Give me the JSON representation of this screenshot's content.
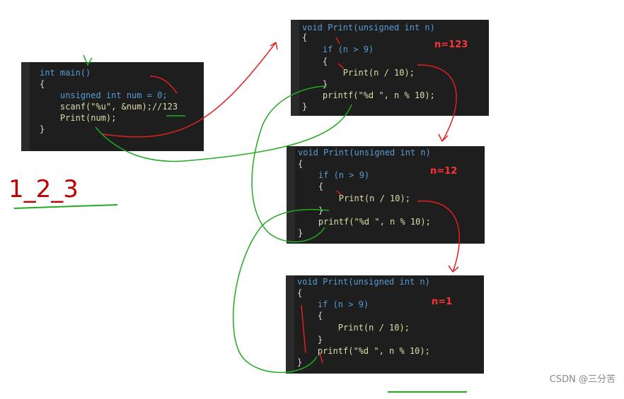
{
  "main_panel": {
    "lines": [
      "int main()",
      "{",
      "    unsigned int num = 0;",
      "    scanf(\"%u\", &num);//123",
      "    Print(num);",
      "}"
    ]
  },
  "print_panels": [
    {
      "n_label": "n=123",
      "lines": [
        "void Print(unsigned int n)",
        "{",
        "    if (n > 9)",
        "    {",
        "        Print(n / 10);",
        "    }",
        "    printf(\"%d \", n % 10);",
        "}"
      ]
    },
    {
      "n_label": "n=12",
      "lines": [
        "void Print(unsigned int n)",
        "{",
        "    if (n > 9)",
        "    {",
        "        Print(n / 10);",
        "    }",
        "    printf(\"%d \", n % 10);",
        "}"
      ]
    },
    {
      "n_label": "n=1",
      "lines": [
        "void Print(unsigned int n)",
        "{",
        "    if (n > 9)",
        "    {",
        "        Print(n / 10);",
        "    }",
        "    printf(\"%d \", n % 10);",
        "}"
      ]
    }
  ],
  "handwritten_output": "1_2_3",
  "watermark": "CSDN @三分苦"
}
